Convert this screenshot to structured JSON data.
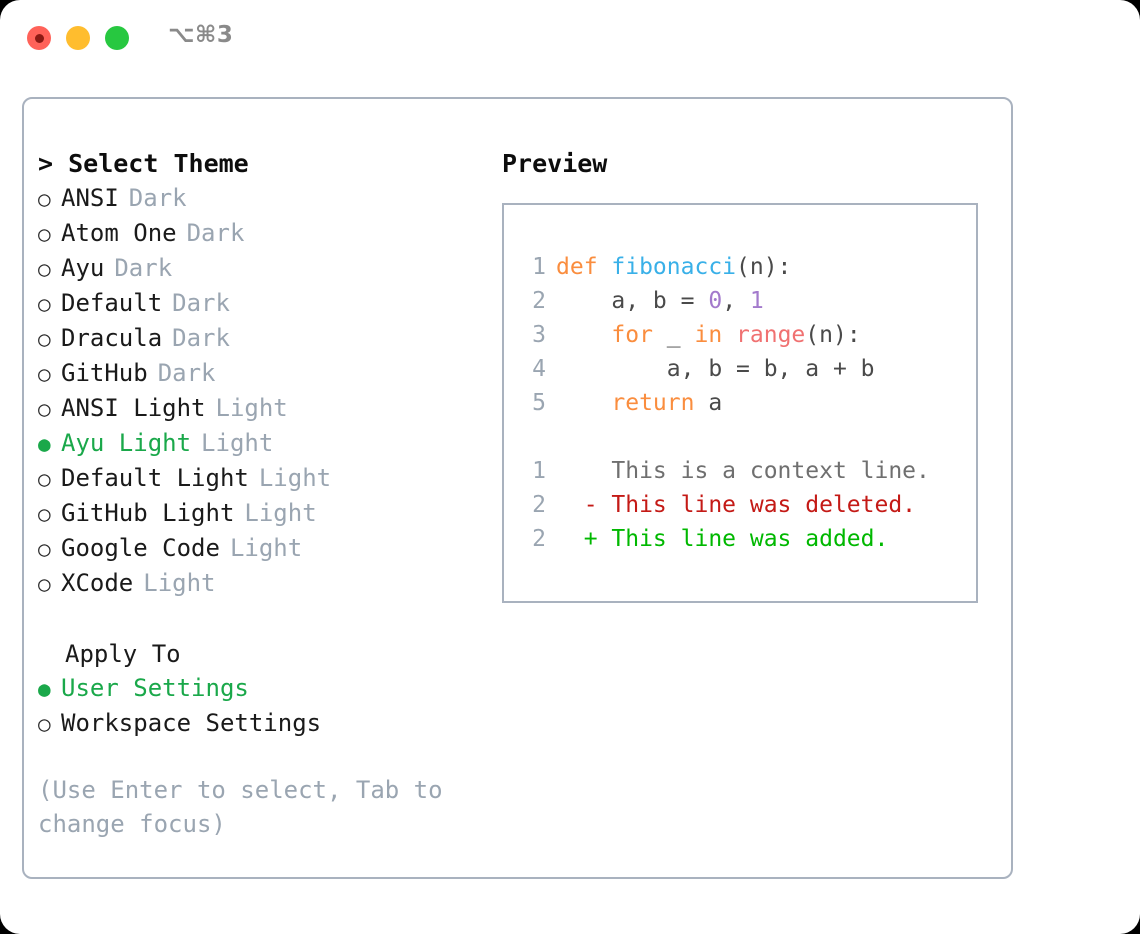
{
  "titlebar": {
    "shortcut": "⌥⌘3",
    "lights": [
      {
        "name": "close",
        "color": "#ff6259"
      },
      {
        "name": "minimize",
        "color": "#ffbd2e"
      },
      {
        "name": "maximize",
        "color": "#27c840"
      }
    ]
  },
  "theme_panel": {
    "heading": "> Select Theme",
    "selected_marker": "●",
    "unselected_marker": "○",
    "items": [
      {
        "label": "ANSI",
        "kind": "Dark",
        "selected": false
      },
      {
        "label": "Atom One",
        "kind": "Dark",
        "selected": false
      },
      {
        "label": "Ayu",
        "kind": "Dark",
        "selected": false
      },
      {
        "label": "Default",
        "kind": "Dark",
        "selected": false
      },
      {
        "label": "Dracula",
        "kind": "Dark",
        "selected": false
      },
      {
        "label": "GitHub",
        "kind": "Dark",
        "selected": false
      },
      {
        "label": "ANSI Light",
        "kind": "Light",
        "selected": false
      },
      {
        "label": "Ayu Light",
        "kind": "Light",
        "selected": true
      },
      {
        "label": "Default Light",
        "kind": "Light",
        "selected": false
      },
      {
        "label": "GitHub Light",
        "kind": "Light",
        "selected": false
      },
      {
        "label": "Google Code",
        "kind": "Light",
        "selected": false
      },
      {
        "label": "XCode",
        "kind": "Light",
        "selected": false
      }
    ]
  },
  "apply_to": {
    "heading": "Apply To",
    "items": [
      {
        "label": "User Settings",
        "selected": true
      },
      {
        "label": "Workspace Settings",
        "selected": false
      }
    ]
  },
  "hint": "(Use Enter to select, Tab to change focus)",
  "preview": {
    "heading": "Preview",
    "code_lines": [
      {
        "number": "1",
        "tokens": [
          {
            "text": "def ",
            "style": "kw"
          },
          {
            "text": "fibonacci",
            "style": "fn"
          },
          {
            "text": "(n):",
            "style": "txt"
          }
        ]
      },
      {
        "number": "2",
        "tokens": [
          {
            "text": "    a, b = ",
            "style": "txt"
          },
          {
            "text": "0",
            "style": "num"
          },
          {
            "text": ", ",
            "style": "txt"
          },
          {
            "text": "1",
            "style": "num"
          }
        ]
      },
      {
        "number": "3",
        "tokens": [
          {
            "text": "    ",
            "style": "txt"
          },
          {
            "text": "for",
            "style": "kw"
          },
          {
            "text": " _ ",
            "style": "txt"
          },
          {
            "text": "in",
            "style": "kw"
          },
          {
            "text": " ",
            "style": "txt"
          },
          {
            "text": "range",
            "style": "call"
          },
          {
            "text": "(n):",
            "style": "txt"
          }
        ]
      },
      {
        "number": "4",
        "tokens": [
          {
            "text": "        a, b = b, a + b",
            "style": "txt"
          }
        ]
      },
      {
        "number": "5",
        "tokens": [
          {
            "text": "    ",
            "style": "txt"
          },
          {
            "text": "return",
            "style": "kw"
          },
          {
            "text": " a",
            "style": "txt"
          }
        ]
      }
    ],
    "diff_lines": [
      {
        "number": "1",
        "marker": " ",
        "text": " This is a context line.",
        "style": "ctx"
      },
      {
        "number": "2",
        "marker": "-",
        "text": " This line was deleted.",
        "style": "del"
      },
      {
        "number": "2",
        "marker": "+",
        "text": " This line was added.",
        "style": "add"
      }
    ]
  },
  "colors": {
    "accent_green": "#1aa84a",
    "muted": "#9aa5b1",
    "border": "#a9b2bf",
    "keyword": "#fa8d3e",
    "function": "#39b0e8",
    "number": "#a37acc",
    "call": "#f07171",
    "diff_delete": "#c41a16",
    "diff_add": "#00b800"
  }
}
